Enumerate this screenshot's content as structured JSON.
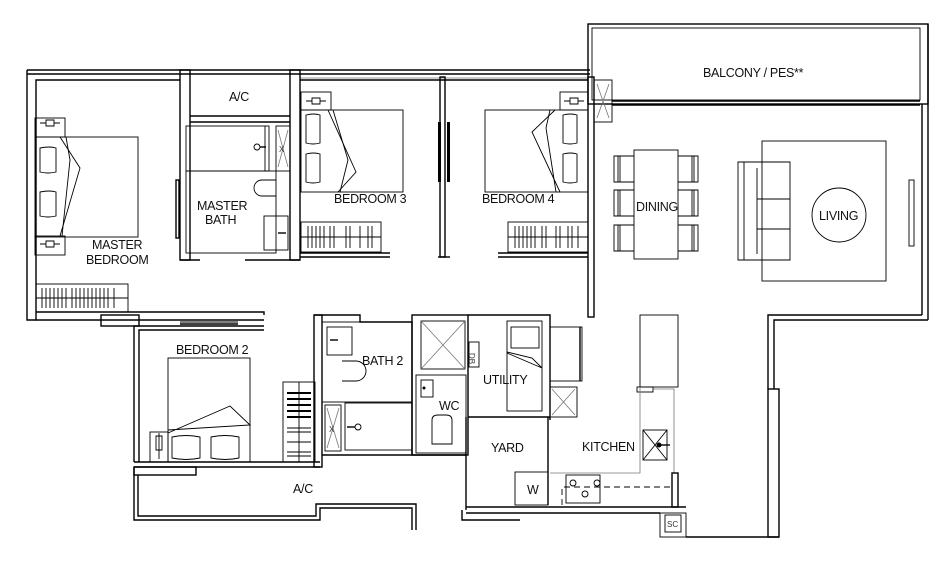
{
  "plan": {
    "type": "apartment floor plan",
    "colors": {
      "line": "#000000",
      "background": "#ffffff",
      "secondary_line": "#777777"
    }
  },
  "rooms": {
    "balcony": "BALCONY / PES**",
    "ac_top": "A/C",
    "master_bedroom_1": "MASTER",
    "master_bedroom_2": "BEDROOM",
    "master_bath_1": "MASTER",
    "master_bath_2": "BATH",
    "bedroom3": "BEDROOM 3",
    "bedroom4": "BEDROOM 4",
    "dining": "DINING",
    "living": "LIVING",
    "bedroom2": "BEDROOM 2",
    "bath2": "BATH 2",
    "wc": "WC",
    "utility": "UTILITY",
    "db": "DB",
    "yard": "YARD",
    "kitchen": "KITCHEN",
    "washer": "W",
    "ac_bottom": "A/C",
    "sc": "SC"
  }
}
